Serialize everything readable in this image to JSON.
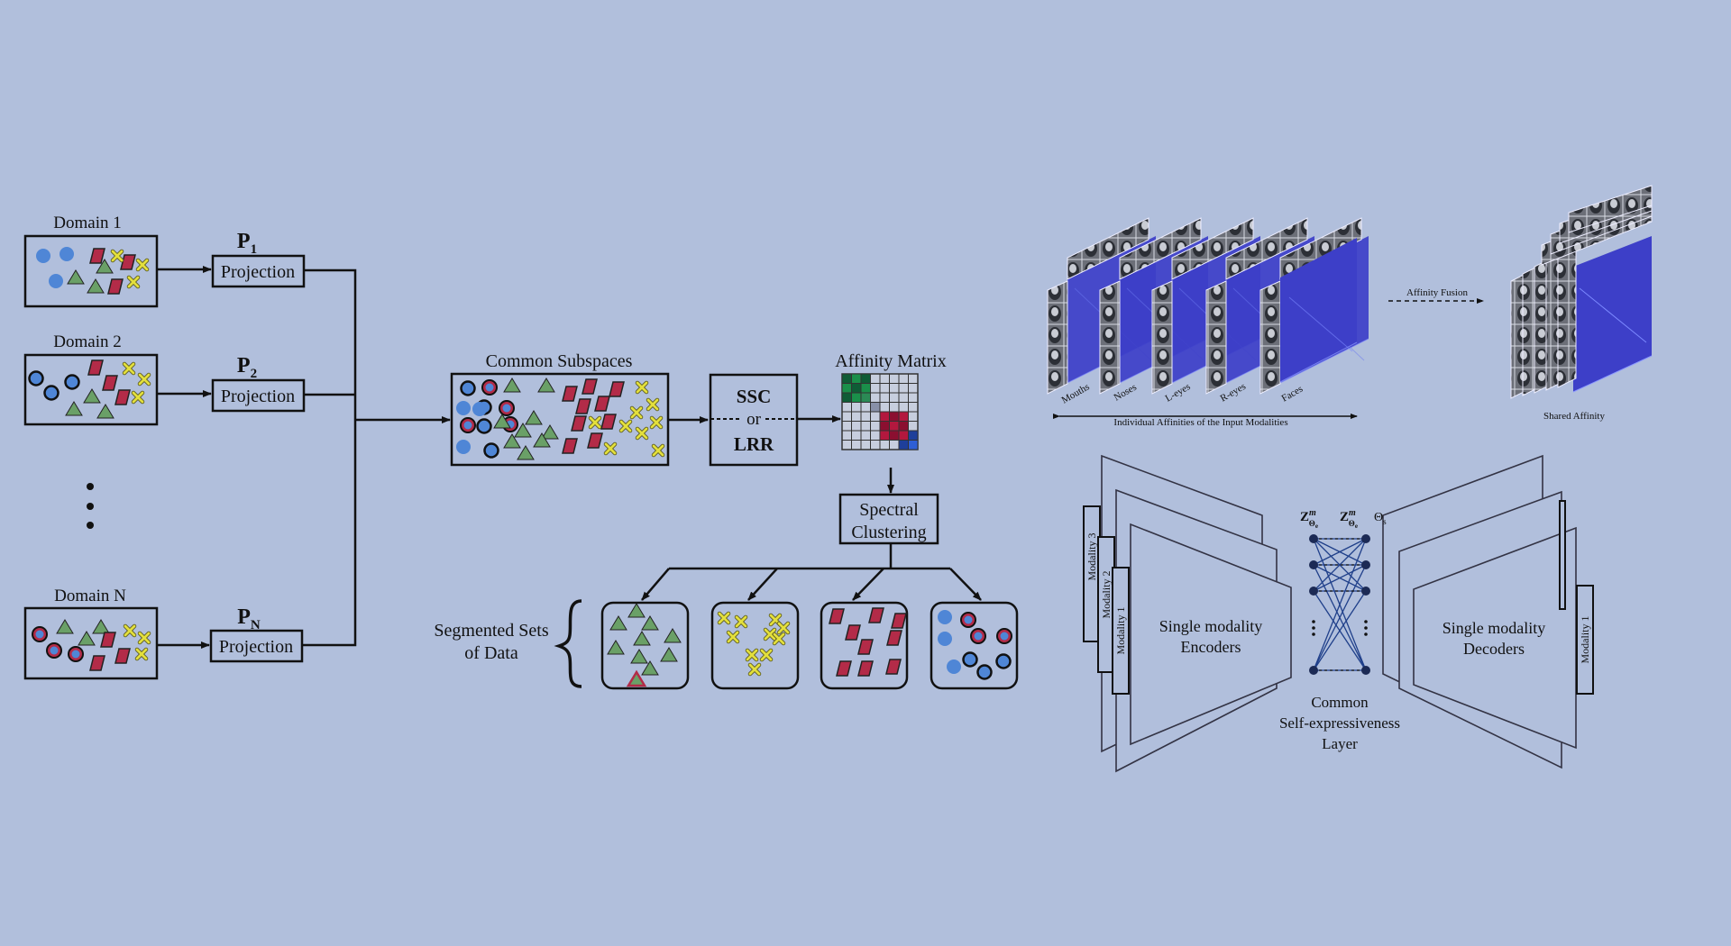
{
  "left": {
    "domains": [
      "Domain 1",
      "Domain 2",
      "Domain N"
    ],
    "projection_label": "Projection",
    "p_labels": [
      {
        "main": "P",
        "sub": "1"
      },
      {
        "main": "P",
        "sub": "2"
      },
      {
        "main": "P",
        "sub": "N"
      }
    ],
    "common_subspaces": "Common Subspaces",
    "ssc": "SSC",
    "or": "or",
    "lrr": "LRR",
    "affinity_matrix": "Affinity Matrix",
    "spectral_line1": "Spectral",
    "spectral_line2": "Clustering",
    "segmented_line1": "Segmented Sets",
    "segmented_line2": "of Data"
  },
  "right": {
    "modality_labels": [
      "Mouths",
      "Noses",
      "L-eyes",
      "R-eyes",
      "Faces"
    ],
    "individual_affinities": "Individual Affinities of the Input Modalities",
    "affinity_fusion": "Affinity Fusion",
    "shared_affinity": "Shared Affinity",
    "encoder_line1": "Single modality",
    "encoder_line2": "Encoders",
    "decoder_line1": "Single modality",
    "decoder_line2": "Decoders",
    "modality_tabs": [
      "Modality 3",
      "Modality 2",
      "Modality 1"
    ],
    "decoder_tab": "Modality 1",
    "common_line1": "Common",
    "common_line2": "Self-expressiveness",
    "common_line3": "Layer",
    "z_symbol": "Z",
    "z_superscript": "m",
    "theta": "Θ",
    "theta_sub_e": "e",
    "theta_sub_s": "s"
  },
  "colors": {
    "background": "#b1bfdc",
    "circle": "#4f86d6",
    "triangle": "#6aa067",
    "parallelogram": "#b32b48",
    "cross": "#e3df3c",
    "affinity_green": "#1a8f4a",
    "affinity_red": "#b3183e",
    "affinity_blue": "#2e5fd6",
    "matrix_face": "#3d3fc8"
  }
}
